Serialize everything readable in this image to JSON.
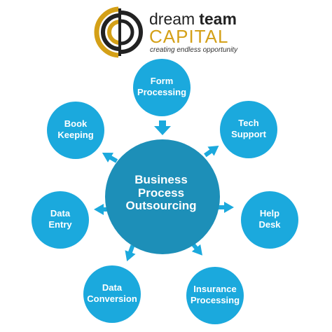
{
  "logo": {
    "brand_word1": "dream",
    "brand_word2": "team",
    "brand_line2": "CAPITAL",
    "tagline": "creating endless opportunity",
    "colors": {
      "gold": "#d4a017",
      "dark": "#222222"
    }
  },
  "diagram": {
    "colors": {
      "node_fill": "#1ba9dd",
      "center_fill": "#1d8fb8",
      "text": "#ffffff"
    },
    "center": {
      "line1": "Business",
      "line2": "Process",
      "line3": "Outsourcing"
    },
    "nodes": [
      {
        "id": "form-processing",
        "line1": "Form",
        "line2": "Processing"
      },
      {
        "id": "tech-support",
        "line1": "Tech",
        "line2": "Support"
      },
      {
        "id": "help-desk",
        "line1": "Help",
        "line2": "Desk"
      },
      {
        "id": "insurance-processing",
        "line1": "Insurance",
        "line2": "Processing"
      },
      {
        "id": "data-conversion",
        "line1": "Data",
        "line2": "Conversion"
      },
      {
        "id": "data-entry",
        "line1": "Data",
        "line2": "Entry"
      },
      {
        "id": "book-keeping",
        "line1": "Book",
        "line2": "Keeping"
      }
    ]
  }
}
